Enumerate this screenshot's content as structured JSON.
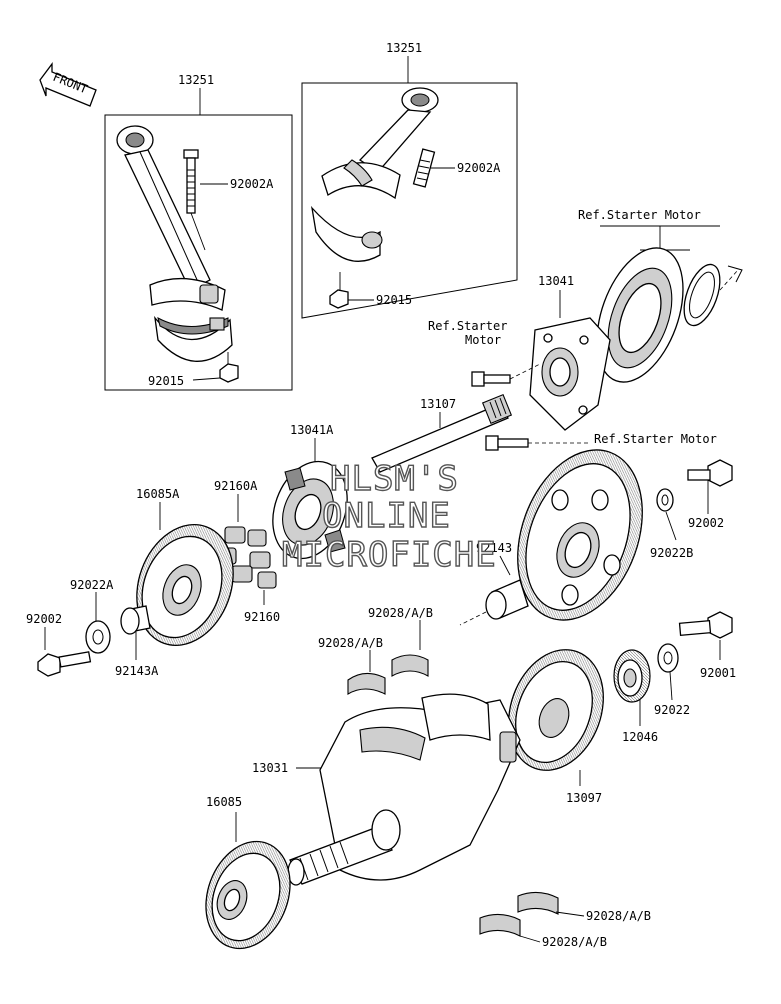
{
  "front_label": "FRONT",
  "watermark": [
    "HLSM'S",
    "ONLINE",
    "MICROFICHE"
  ],
  "parts": {
    "conrod_assy_left": "13251",
    "conrod_assy_right": "13251",
    "bolt_left": "92002A",
    "bolt_right": "92002A",
    "nut_left": "92015",
    "nut_right": "92015",
    "ref_starter_top": "Ref.Starter Motor",
    "ref_starter_mid_1": "Ref.Starter",
    "ref_starter_mid_2": "Motor",
    "ref_starter_right": "Ref.Starter Motor",
    "clutch_housing": "13041",
    "shaft": "13107",
    "clutch_inner": "13041A",
    "damper_a": "92160A",
    "damper": "92160",
    "gear_left": "16085A",
    "washer_left": "92022A",
    "bolt_far_left": "92002",
    "bushing_left": "92143A",
    "bushing_mid": "92143",
    "bolt_right_top": "92002",
    "washer_right_top": "92022B",
    "bearing_upper_1": "92028/A/B",
    "bearing_upper_2": "92028/A/B",
    "bolt_right_low": "92001",
    "washer_right_low": "92022",
    "small_gear": "12046",
    "crankshaft": "13031",
    "large_gear": "13097",
    "gear_bottom": "16085",
    "bearing_lower_1": "92028/A/B",
    "bearing_lower_2": "92028/A/B"
  }
}
